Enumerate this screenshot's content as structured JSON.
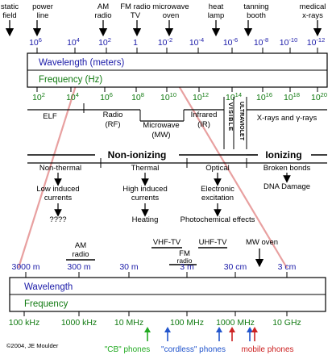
{
  "top_sources": [
    {
      "key": "static",
      "lines": [
        "static",
        "field"
      ]
    },
    {
      "key": "power",
      "lines": [
        "power",
        "line"
      ]
    },
    {
      "key": "am",
      "lines": [
        "AM",
        "radio"
      ]
    },
    {
      "key": "fm",
      "lines": [
        "FM radio",
        "TV"
      ]
    },
    {
      "key": "microwave",
      "lines": [
        "microwave",
        "oven"
      ]
    },
    {
      "key": "heat",
      "lines": [
        "heat",
        "lamp"
      ]
    },
    {
      "key": "tanning",
      "lines": [
        "tanning",
        "booth"
      ]
    },
    {
      "key": "medical",
      "lines": [
        "medical",
        "x-rays"
      ]
    }
  ],
  "wavelength_ticks": [
    "10^6",
    "10^4",
    "10^2",
    "1",
    "10^-2",
    "10^-4",
    "10^-6",
    "10^-8",
    "10^-10",
    "10^-12"
  ],
  "frequency_ticks": [
    "10^2",
    "10^4",
    "10^6",
    "10^8",
    "10^10",
    "10^12",
    "10^14",
    "10^16",
    "10^18",
    "10^20"
  ],
  "top_band": {
    "wavelength_label": "Wavelength (meters)",
    "frequency_label": "Frequency (Hz)"
  },
  "regions": {
    "elf": "ELF",
    "radio": [
      "Radio",
      "(RF)"
    ],
    "microwave": [
      "Microwave",
      "(MW)"
    ],
    "infrared": [
      "Infrared",
      "(IR)"
    ],
    "visible": "VISIBLE",
    "ultraviolet": "ULTRAVIOLET",
    "xray": "X-rays and γ-rays"
  },
  "ionizing": {
    "non_ionizing": "Non-ionizing",
    "ionizing": "Ionizing"
  },
  "effects": [
    {
      "key": "nonthermal",
      "heading": "Non-thermal",
      "mid": [
        "Low induced",
        "currents"
      ],
      "result": [
        "????"
      ]
    },
    {
      "key": "thermal",
      "heading": "Thermal",
      "mid": [
        "High induced",
        "currents"
      ],
      "result": [
        "Heating"
      ]
    },
    {
      "key": "optical",
      "heading": "Optical",
      "mid": [
        "Electronic",
        "excitation"
      ],
      "result": [
        "Photochemical effects"
      ]
    },
    {
      "key": "broken",
      "heading": "Broken bonds",
      "mid": [
        "DNA Damage"
      ],
      "result": []
    }
  ],
  "bottom_services": {
    "am_radio": [
      "AM",
      "radio"
    ],
    "vhf_tv": "VHF-TV",
    "fm_radio": [
      "FM",
      "radio"
    ],
    "uhf_tv": "UHF-TV",
    "mw_oven": "MW oven"
  },
  "bottom_wavelengths": [
    "3000 m",
    "300 m",
    "30 m",
    "3 m",
    "30 cm",
    "3 cm"
  ],
  "bottom_band": {
    "wavelength_label": "Wavelength",
    "frequency_label": "Frequency"
  },
  "bottom_frequencies": [
    "100 kHz",
    "1000 kHz",
    "10 MHz",
    "100 MHz",
    "1000 MHz",
    "10 GHz"
  ],
  "phones": {
    "cb": "\"CB\" phones",
    "cordless": "\"cordless\" phones",
    "mobile": "mobile phones"
  },
  "copyright": "©2004, JE Moulder",
  "colors": {
    "wavelength": "#1a1aa8",
    "frequency": "#117a11",
    "mobile": "#cc2222",
    "cb_arrow": "#22aa22",
    "cordless_arrow": "#2255cc",
    "funnel": "#e8a0a0"
  }
}
